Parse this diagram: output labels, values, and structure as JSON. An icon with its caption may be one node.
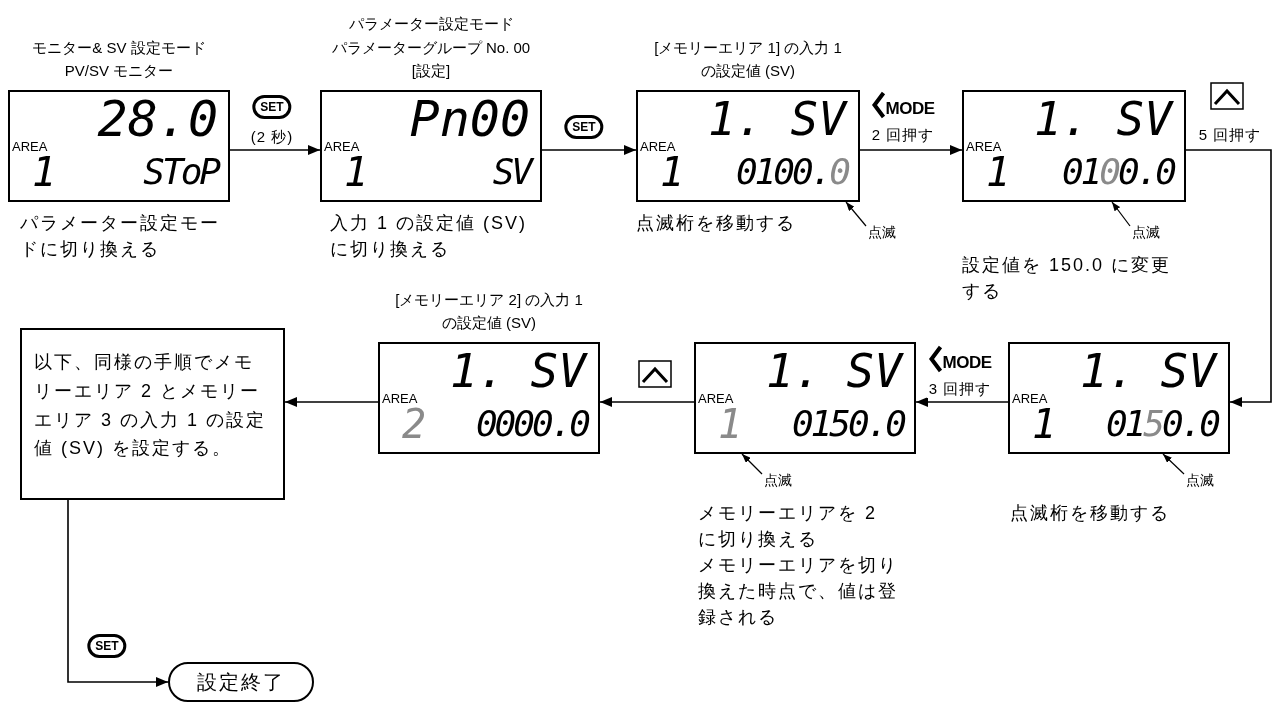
{
  "diagram": {
    "nodes": [
      {
        "text": [
          "モニター& SV 設定モード",
          "PV/SV モニター",
          "AREA",
          "28.0",
          "1",
          "SToP"
        ],
        "beside": [
          "パラメーター設定モードに切り換える"
        ]
      },
      {
        "text": [
          "パラメーター設定モード",
          "パラメーターグループ No. 00 [設定]",
          "AREA",
          "Pn00",
          "1",
          "SV"
        ],
        "beside": [
          "入力 1 の設定値 (SV) に切り換える"
        ]
      },
      {
        "text": [
          "[メモリーエリア 1] の入力 1 の設定値 (SV)",
          "AREA",
          "1.",
          "SV",
          "1",
          "0100.0"
        ],
        "beside": [
          "点滅桁を移動する"
        ]
      },
      {
        "text": [
          "点滅"
        ]
      },
      {
        "text": [
          "AREA",
          "1.",
          "SV",
          "1",
          "0100.0"
        ]
      },
      {
        "text": [
          "点滅"
        ]
      },
      {
        "text": [
          "AREA",
          "1.",
          "SV",
          "1",
          "0150.0"
        ]
      },
      {
        "text": [
          "点滅"
        ]
      },
      {
        "text": [
          "AREA",
          "1.",
          "SV",
          "1",
          "0150.0"
        ],
        "beside": [
          "メモリーエリアを 2 に切り換える",
          "メモリーエリアを切り換えた時点で、値は登録される"
        ]
      },
      {
        "text": [
          "点滅"
        ]
      },
      {
        "text": [
          "[メモリーエリア 2] の入力 1 の設定値 (SV)",
          "AREA",
          "1.",
          "SV",
          "2",
          "0000.0"
        ]
      },
      {
        "text": [
          "以下、同様の手順でメモリーエリア 2 とメモリーエリア 3 の入力 1 の設定値 (SV) を設定する。"
        ]
      },
      {
        "text": [
          "設定終了"
        ]
      }
    ],
    "edges": [
      {
        "from": 0,
        "to": 1,
        "arrow": "to",
        "label": "(2 秒)"
      },
      {
        "from": 1,
        "to": 2,
        "arrow": "to"
      },
      {
        "from": 2,
        "to": 4,
        "arrow": "to",
        "label": "2 回押す"
      },
      {
        "from": 4,
        "to": 6,
        "arrow": "to",
        "label": "5 回押す"
      },
      {
        "from": 6,
        "to": 8,
        "arrow": "to",
        "label": "3 回押す"
      },
      {
        "from": 8,
        "to": 10,
        "arrow": "to"
      },
      {
        "from": 10,
        "to": 11,
        "arrow": "to"
      },
      {
        "from": 11,
        "to": 12,
        "arrow": "to"
      },
      {
        "from": 3,
        "to": 2,
        "arrow": "to"
      },
      {
        "from": 5,
        "to": 4,
        "arrow": "to"
      },
      {
        "from": 7,
        "to": 6,
        "arrow": "to"
      },
      {
        "from": 9,
        "to": 8,
        "arrow": "to"
      }
    ],
    "labels": [
      "SET",
      "SET",
      "MODE",
      "設定値を 150.0 に変更する",
      "MODE",
      "点滅桁を移動する",
      "SET"
    ]
  }
}
